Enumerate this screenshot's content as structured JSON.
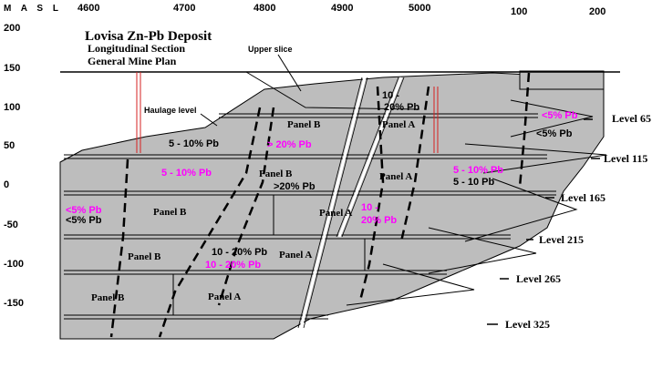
{
  "title": "Lovisa Zn-Pb Deposit",
  "subtitle_1": "Longitudinal Section",
  "subtitle_2": "General Mine Plan",
  "axis_label": "M A S L",
  "x_ticks": [
    "4600",
    "4700",
    "4800",
    "4900",
    "5000",
    "100",
    "200"
  ],
  "y_ticks": [
    "200",
    "150",
    "100",
    "50",
    "0",
    "-50",
    "-100",
    "-150"
  ],
  "levels": [
    "Level 65",
    "Level 115",
    "Level 165",
    "Level 215",
    "Level 265",
    "Level 325"
  ],
  "annotations": {
    "upper_slice": "Upper slice",
    "haulage_level": "Haulage level"
  },
  "panels": {
    "panel_b_1": "Panel B",
    "panel_a_1": "Panel A",
    "panel_b_2": "Panel B",
    "panel_a_2": "Panel A",
    "panel_b_3": "Panel B",
    "panel_a_3": "Panel A",
    "panel_b_4": "Panel B",
    "panel_a_4": "Panel A",
    "panel_b_5": "Panel B",
    "panel_a_5": "Panel A"
  },
  "grades": {
    "g_10_20_a": "10 -",
    "g_10_20_b": "20% Pb",
    "g_lt5_mag_right": "<5% Pb",
    "g_lt5_black_right": "<5% Pb",
    "g_5_10_black_1": "5 - 10% Pb",
    "g_gt20_mag_1": "> 20% Pb",
    "g_5_10_mag_1": "5 - 10% Pb",
    "g_gt20_black_1": ">20% Pb",
    "g_5_10_mag_2": "5 - 10% Pb",
    "g_5_10_black_2": "5 - 10 Pb",
    "g_lt5_mag_left": "<5% Pb",
    "g_lt5_black_left": "<5% Pb",
    "g_10_mag_a": "10 -",
    "g_20_mag_b": "20% Pb",
    "g_10_20_black_2": "10 - 20% Pb",
    "g_10_20_mag_2": "10 - 20% Pb"
  },
  "colors": {
    "orebody": "#bdbdbd",
    "grade_magenta": "#ff00ff",
    "shaft_red": "#d62020",
    "line": "#000000"
  }
}
